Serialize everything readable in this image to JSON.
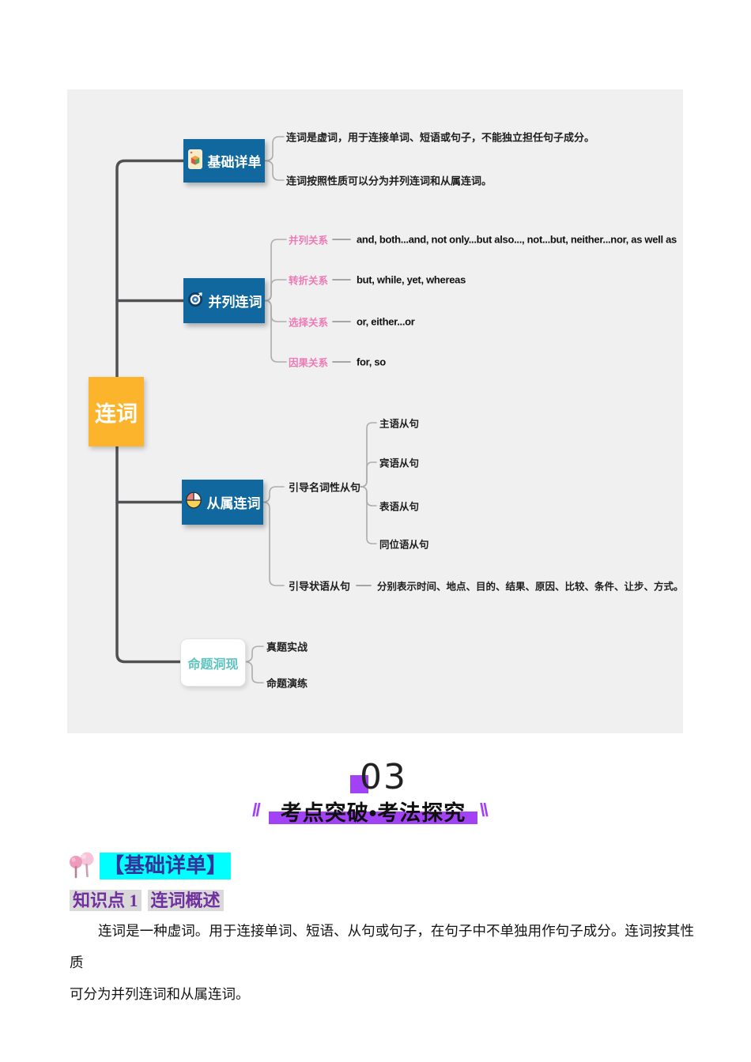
{
  "mindmap": {
    "root_label": "连词",
    "basics": {
      "label": "基础详单",
      "icon": "card-cube-icon",
      "points": [
        "连词是虚词，用于连接单词、短语或句子，不能独立担任句子成分。",
        "连词按照性质可以分为并列连词和从属连词。"
      ]
    },
    "coordinating": {
      "label": "并列连词",
      "icon": "target-icon",
      "relations": [
        {
          "label": "并列关系",
          "words": "and, both...and, not only...but also..., not...but, neither...nor, as well as"
        },
        {
          "label": "转折关系",
          "words": "but, while, yet, whereas"
        },
        {
          "label": "选择关系",
          "words": "or, either...or"
        },
        {
          "label": "因果关系",
          "words": "for, so"
        }
      ]
    },
    "subordinating": {
      "label": "从属连词",
      "icon": "pie-chart-icon",
      "noun_clauses": {
        "label": "引导名词性从句",
        "children": [
          "主语从句",
          "宾语从句",
          "表语从句",
          "同位语从句"
        ]
      },
      "adverbial_clauses": {
        "label": "引导状语从句",
        "desc": "分别表示时间、地点、目的、结果、原因、比较、条件、让步、方式。"
      }
    },
    "exam": {
      "label": "命题洞现",
      "children": [
        "真题实战",
        "命题演练"
      ]
    }
  },
  "section_header": {
    "number": "03",
    "title": "考点突破•考法探究",
    "left_mark": "//",
    "right_mark": "\\\\"
  },
  "basics_section": {
    "heading": "【基础详单】",
    "topic_label": "知识点 1",
    "topic_title": "连词概述",
    "paragraph_lines": [
      "连词是一种虚词。用于连接单词、短语、从句或句子，在句子中不单独用作句子成分。连词按其性质",
      "可分为并列连词和从属连词。"
    ]
  },
  "colors": {
    "accent_purple": "#a143f5",
    "node_blue": "#11689e",
    "root_yellow": "#fbb42c",
    "pink_label": "#ee7ab5",
    "teal_text": "#5fc4c0",
    "cyan_highlight": "#00ffff",
    "heading_indigo": "#37329b",
    "topic_purple": "#7030a0",
    "panel_gray": "#f0f0f1"
  }
}
